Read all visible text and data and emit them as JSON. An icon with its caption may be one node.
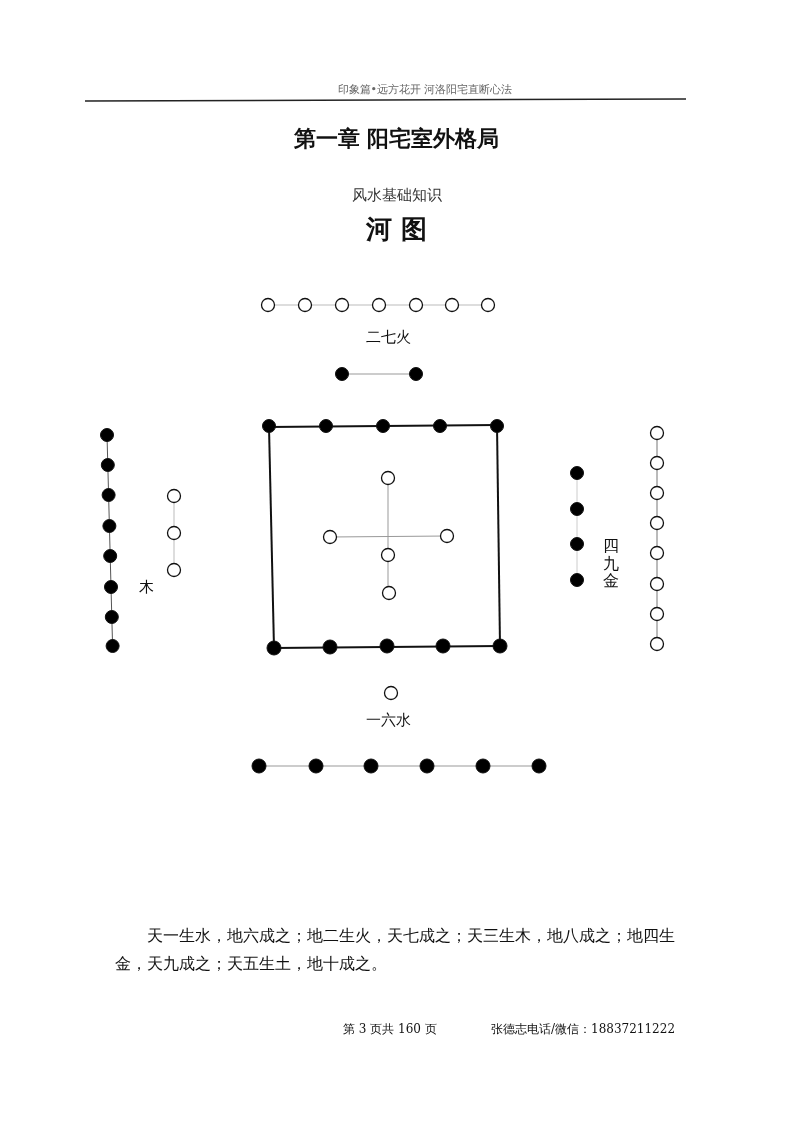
{
  "diagram": {
    "title": "第一章 阳宅室外格局",
    "labels": [
      "印象篇•远方花开 河洛阳宅直断心法",
      "风水基础知识",
      "河 图",
      "二七火",
      "木",
      "四九金",
      "一六水",
      "天一生水，地六成之；地二生火，天七成之；天三生木，地八成之；地四生金，天九成之；天五生土，地十成之。",
      "第 3 页共 160 页",
      "张德志电话/微信：18837211222"
    ]
  }
}
